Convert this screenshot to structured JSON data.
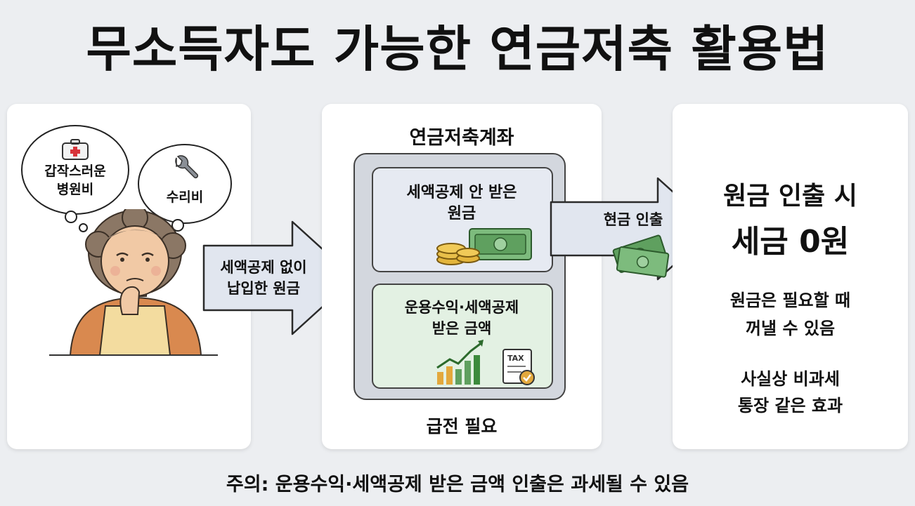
{
  "title": "무소득자도 가능한 연금저축 활용법",
  "left_panel": {
    "bubble_hospital": {
      "line1": "갑작스러운",
      "line2": "병원비",
      "icon": "first-aid-kit-icon"
    },
    "bubble_repair": {
      "label": "수리비",
      "icon": "wrench-icon"
    },
    "person": "elderly-woman-illustration"
  },
  "arrow_in": {
    "line1": "세액공제 없이",
    "line2": "납입한 원금"
  },
  "center_panel": {
    "account_title": "연금저축계좌",
    "top_box": {
      "line1": "세액공제 안 받은",
      "line2": "원금",
      "icon": "coins-and-cash-icon"
    },
    "bottom_box": {
      "line1": "운용수익·세액공제",
      "line2": "받은 금액",
      "icon": "growth-chart-tax-icon",
      "tax_label": "TAX"
    },
    "caption": "급전 필요"
  },
  "arrow_out": {
    "label": "현금 인출",
    "icon": "cash-bills-icon"
  },
  "right_panel": {
    "head_line1": "원금 인출 시",
    "head_line2": "세금 0원",
    "text1_line1": "원금은 필요할 때",
    "text1_line2": "꺼낼 수 있음",
    "text2_line1": "사실상 비과세",
    "text2_line2": "통장 같은 효과"
  },
  "footer": "주의: 운용수익·세액공제 받은 금액 인출은 과세될 수 있음",
  "colors": {
    "background": "#eceef1",
    "arrow_fill": "#e1e6ef",
    "top_box_fill": "#e6eaf2",
    "bottom_box_fill": "#e3f1e3",
    "account_fill": "#d3d7de",
    "cash_green": "#5fa05f",
    "coin_gold": "#e3b53c"
  }
}
